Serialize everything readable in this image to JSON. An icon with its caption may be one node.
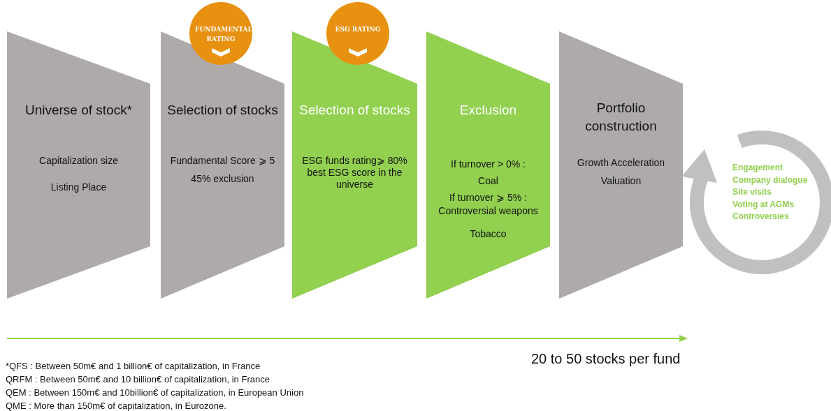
{
  "diagram": {
    "nodes": [
      {
        "text": [
          "Universe of stock*",
          "Capitalization size",
          "Listing Place"
        ]
      },
      {
        "text": [
          "Selection of stocks",
          "Fundamental Score ⩾ 5",
          "45% exclusion"
        ]
      },
      {
        "text": [
          "FUNDAMENTAL RATING"
        ]
      },
      {
        "text": [
          "Selection of stocks",
          "ESG funds rating⩾ 80% best ESG score in the universe"
        ]
      },
      {
        "text": [
          "ESG RATING"
        ]
      },
      {
        "text": [
          "Exclusion",
          "If turnover > 0% :",
          "Coal",
          "If turnover ⩾ 5% :",
          "Controversial weapons",
          "Tobacco"
        ]
      },
      {
        "text": [
          "Portfolio construction",
          "Growth Acceleration",
          "Valuation"
        ]
      },
      {
        "text": [
          "Engagement",
          "Company dialogue",
          "Site visits",
          "Voting at AGMs",
          "Controversies"
        ]
      }
    ],
    "labels": [
      "20 to 50 stocks per fund",
      "*QFS : Between 50m€ and 1 billion€ of capitalization, in France",
      "QRFM : Between 50m€ and 10 billion€ of capitalization, in France",
      "QEM : Between 150m€ and 10billion€ of capitalization, in European Union",
      "QME : More than 150m€ of capitalization, in Eurozone."
    ]
  }
}
